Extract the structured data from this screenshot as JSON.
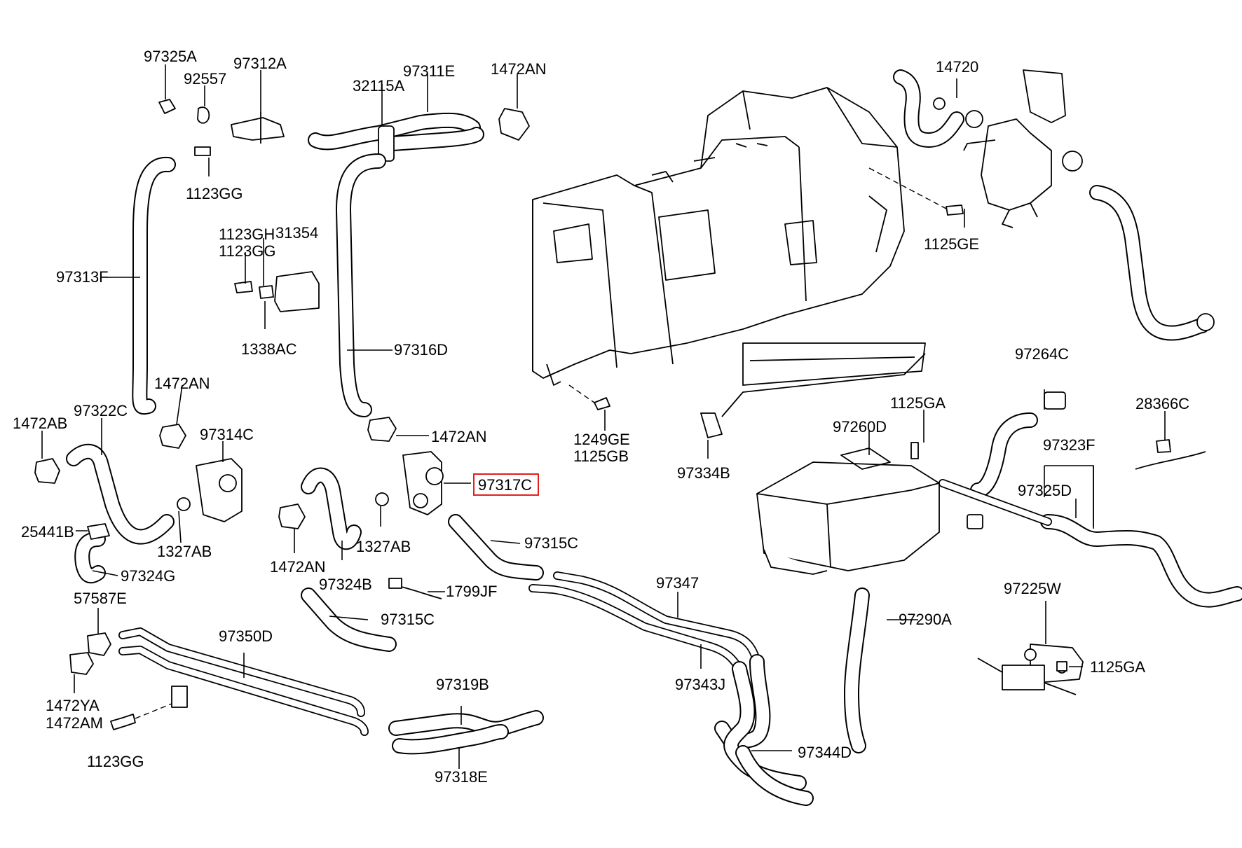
{
  "diagram": {
    "highlighted_part": "97317C",
    "labels": {
      "p97325A": "97325A",
      "p92557": "92557",
      "p97312A": "97312A",
      "p1123GG_a": "1123GG",
      "p1123GH": "1123GH",
      "p1123GG_b": "1123GG",
      "p31354": "31354",
      "p1338AC": "1338AC",
      "p97313F": "97313F",
      "p32115A": "32115A",
      "p97311E": "97311E",
      "p1472AN_a": "1472AN",
      "p97316D": "97316D",
      "p1472AN_b": "1472AN",
      "p1472AN_c": "1472AN",
      "p97317C": "97317C",
      "p97322C": "97322C",
      "p1472AB": "1472AB",
      "p97314C": "97314C",
      "p25441B": "25441B",
      "p1327AB_a": "1327AB",
      "p97324G": "97324G",
      "p1472AN_d": "1472AN",
      "p97324B": "97324B",
      "p1327AB_b": "1327AB",
      "p97315C_a": "97315C",
      "p1799JF": "1799JF",
      "p97315C_b": "97315C",
      "p57587E": "57587E",
      "p97350D": "97350D",
      "p1472YA": "1472YA",
      "p1472AM": "1472AM",
      "p1123GG_c": "1123GG",
      "p97319B": "97319B",
      "p97318E": "97318E",
      "p97347": "97347",
      "p97343J": "97343J",
      "p97344D": "97344D",
      "p1249GE": "1249GE",
      "p1125GB": "1125GB",
      "p97334B": "97334B",
      "p14720": "14720",
      "p1125GE": "1125GE",
      "p97264C": "97264C",
      "p1125GA_a": "1125GA",
      "p97260D": "97260D",
      "p28366C": "28366C",
      "p97323F": "97323F",
      "p97325D": "97325D",
      "p97290A": "97290A",
      "p97225W": "97225W",
      "p1125GA_b": "1125GA"
    }
  }
}
